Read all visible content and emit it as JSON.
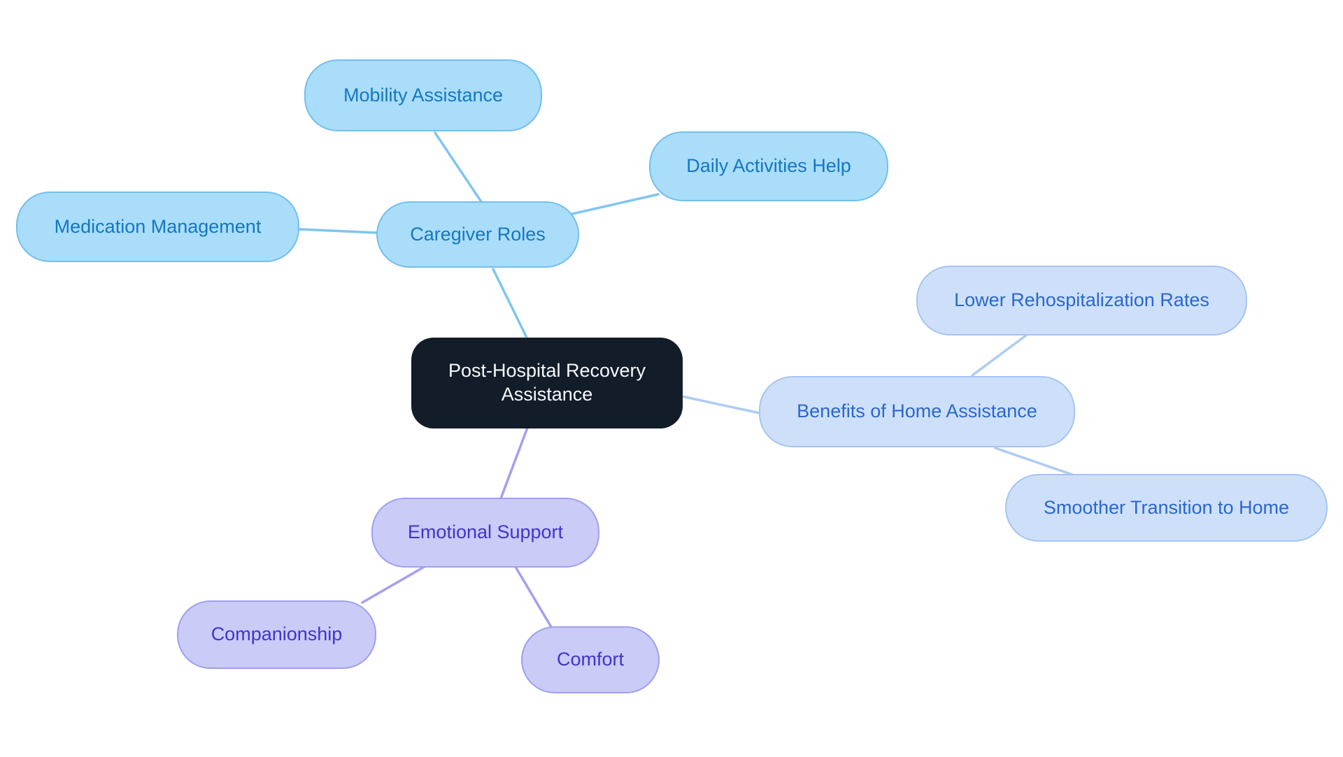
{
  "diagram": {
    "type": "mindmap",
    "background": "#ffffff",
    "root": {
      "label": "Post-Hospital Recovery Assistance",
      "fill": "#131c29",
      "text_color": "#f7fafd"
    },
    "branches": [
      {
        "label": "Caregiver Roles",
        "fill": "#a9ddf9",
        "border_color": "#74bfee",
        "text_color": "#1577c2",
        "edge_color": "#7fc5f1",
        "children": [
          {
            "label": "Mobility Assistance"
          },
          {
            "label": "Daily Activities Help"
          },
          {
            "label": "Medication Management"
          }
        ]
      },
      {
        "label": "Benefits of Home Assistance",
        "fill": "#cee0f9",
        "border_color": "#a6c4f2",
        "text_color": "#2a67cd",
        "edge_color": "#aecbf4",
        "children": [
          {
            "label": "Lower Rehospitalization Rates"
          },
          {
            "label": "Smoother Transition to Home"
          }
        ]
      },
      {
        "label": "Emotional Support",
        "fill": "#cacbf7",
        "border_color": "#a19ff0",
        "text_color": "#4134ce",
        "edge_color": "#a2a0f0",
        "children": [
          {
            "label": "Companionship"
          },
          {
            "label": "Comfort"
          }
        ]
      }
    ]
  }
}
